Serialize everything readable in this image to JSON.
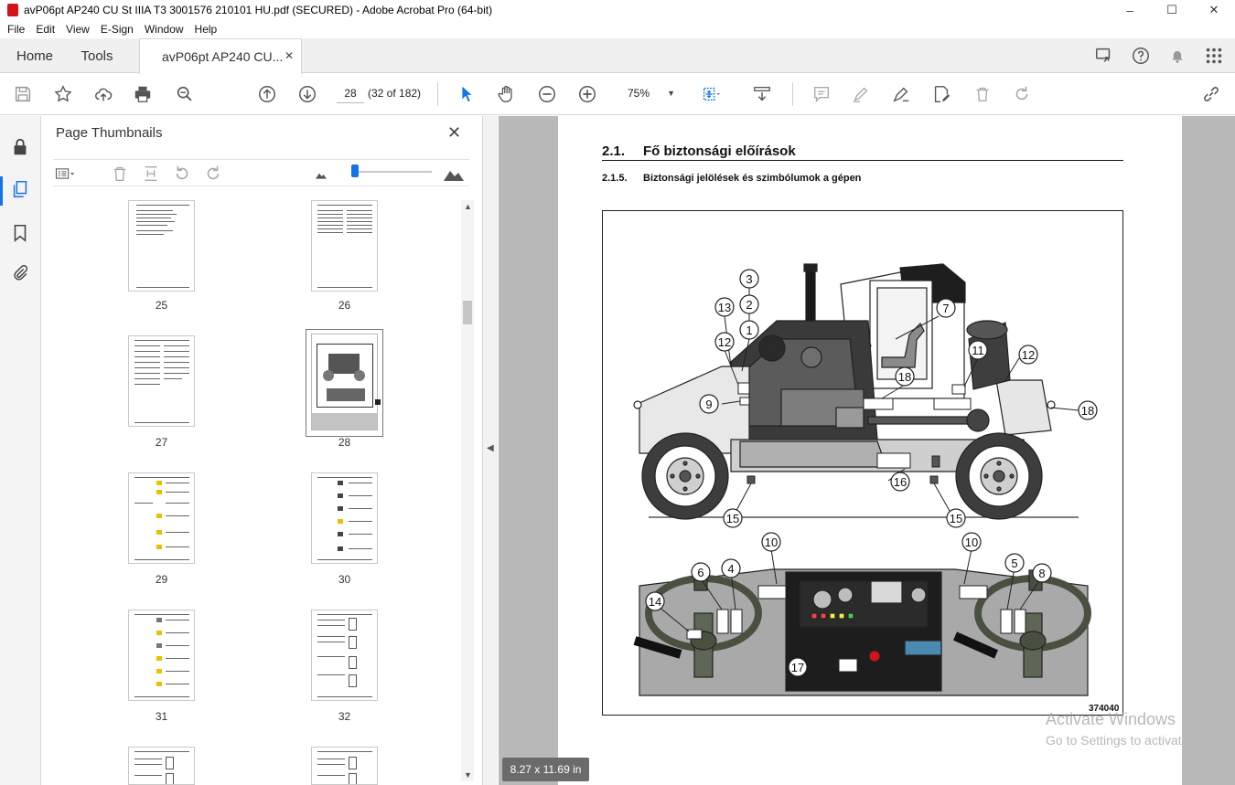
{
  "window": {
    "title": "avP06pt AP240 CU St IIIA T3 3001576 210101 HU.pdf (SECURED) - Adobe Acrobat Pro (64-bit)",
    "minimize": "–",
    "maximize": "☐",
    "close": "✕"
  },
  "menu": [
    "File",
    "Edit",
    "View",
    "E-Sign",
    "Window",
    "Help"
  ],
  "tabs": {
    "home": "Home",
    "tools": "Tools",
    "document": "avP06pt AP240 CU...",
    "close": "✕"
  },
  "toolbar": {
    "page_number": "28",
    "page_of": "(32 of 182)",
    "zoom": "75%"
  },
  "thumbnails": {
    "title": "Page Thumbnails",
    "close": "✕",
    "pages": [
      "25",
      "26",
      "27",
      "28",
      "29",
      "30",
      "31",
      "32"
    ],
    "selected": "28"
  },
  "document": {
    "section_num": "2.1.",
    "section_title": "Fő biztonsági előírások",
    "subsection_num": "2.1.5.",
    "subsection_title": "Biztonsági jelölések és szimbólumok a gépen",
    "figure_code": "374040",
    "callouts_top": [
      "3",
      "2",
      "13",
      "1",
      "12",
      "9",
      "18",
      "7",
      "11",
      "12",
      "18",
      "16",
      "15",
      "15"
    ],
    "callouts_bottom": [
      "10",
      "10",
      "6",
      "4",
      "5",
      "8",
      "14",
      "17"
    ],
    "page_size": "8.27 x 11.69 in"
  },
  "watermark": {
    "line1": "Activate Windows",
    "line2": "Go to Settings to activate Windows."
  },
  "colors": {
    "accent": "#1473e6",
    "acrobat_red": "#d4121a",
    "doc_bg": "#b9b9b9"
  }
}
